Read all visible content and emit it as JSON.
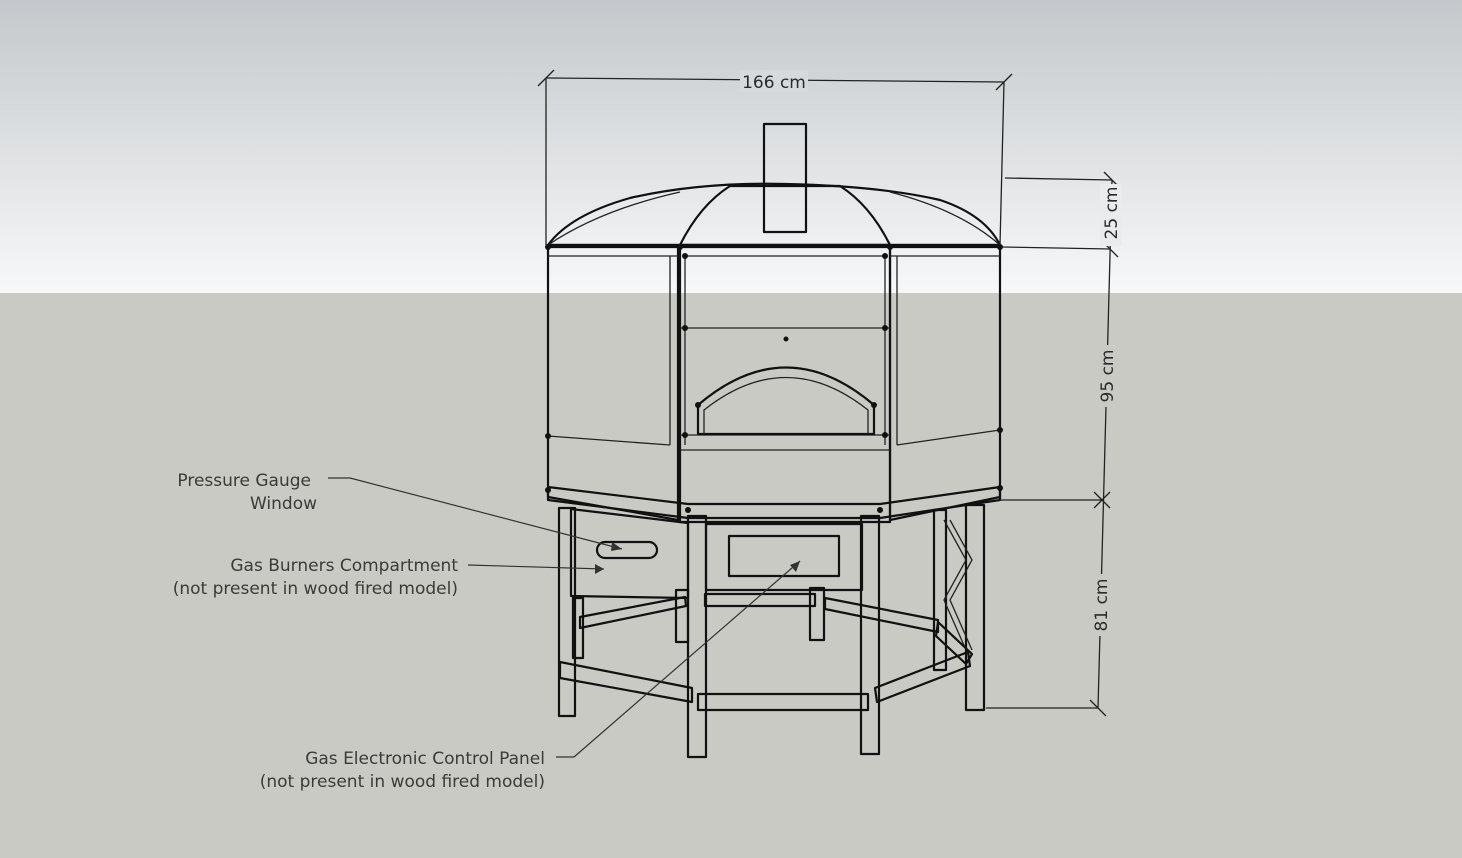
{
  "colors": {
    "sky_top": "#c4c8cb",
    "sky_bottom": "#f7f8f9",
    "ground": "#cacac5",
    "oven_body": "#fbfbfb",
    "oven_side_shade": "#ececeb",
    "roof": "#8c939a",
    "roof_light": "#a3a9ae",
    "line": "#111111"
  },
  "dimensions": {
    "width": "166 cm",
    "roof_height": "25 cm",
    "body_height": "95 cm",
    "stand_height": "81 cm"
  },
  "annotations": {
    "pressure_gauge": {
      "line1": "Pressure Gauge",
      "line2": "Window"
    },
    "gas_burners": {
      "line1": "Gas Burners Compartment",
      "line2": "(not present in wood fired model)"
    },
    "control_panel": {
      "line1": "Gas Electronic Control Panel",
      "line2": "(not present in wood fired model)"
    }
  }
}
